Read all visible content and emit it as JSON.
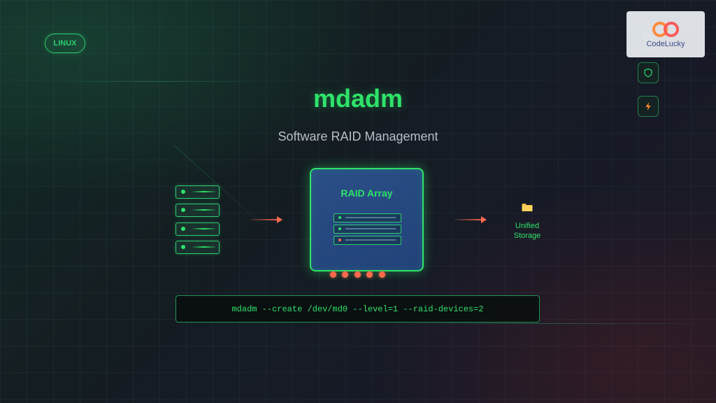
{
  "badge": {
    "label": "LINUX"
  },
  "header": {
    "title": "mdadm",
    "subtitle": "Software RAID Management"
  },
  "logo": {
    "text": "CodeLucky"
  },
  "side_icons": [
    "monitor-icon",
    "shield-icon",
    "lightning-icon"
  ],
  "diagram": {
    "raid_label": "RAID Array",
    "input_disks": 4,
    "array_disk_status": [
      "green",
      "green",
      "red"
    ],
    "indicator_lights": 5,
    "storage_label_line1": "Unified",
    "storage_label_line2": "Storage",
    "storage_icon": "folder-icon"
  },
  "command": {
    "text": "mdadm --create /dev/md0 --level=1 --raid-devices=2"
  },
  "colors": {
    "accent": "#2ee36a",
    "arrow": "#ff6a4d",
    "raid_box": "#2a4f86",
    "subtitle": "#b9bec6"
  }
}
